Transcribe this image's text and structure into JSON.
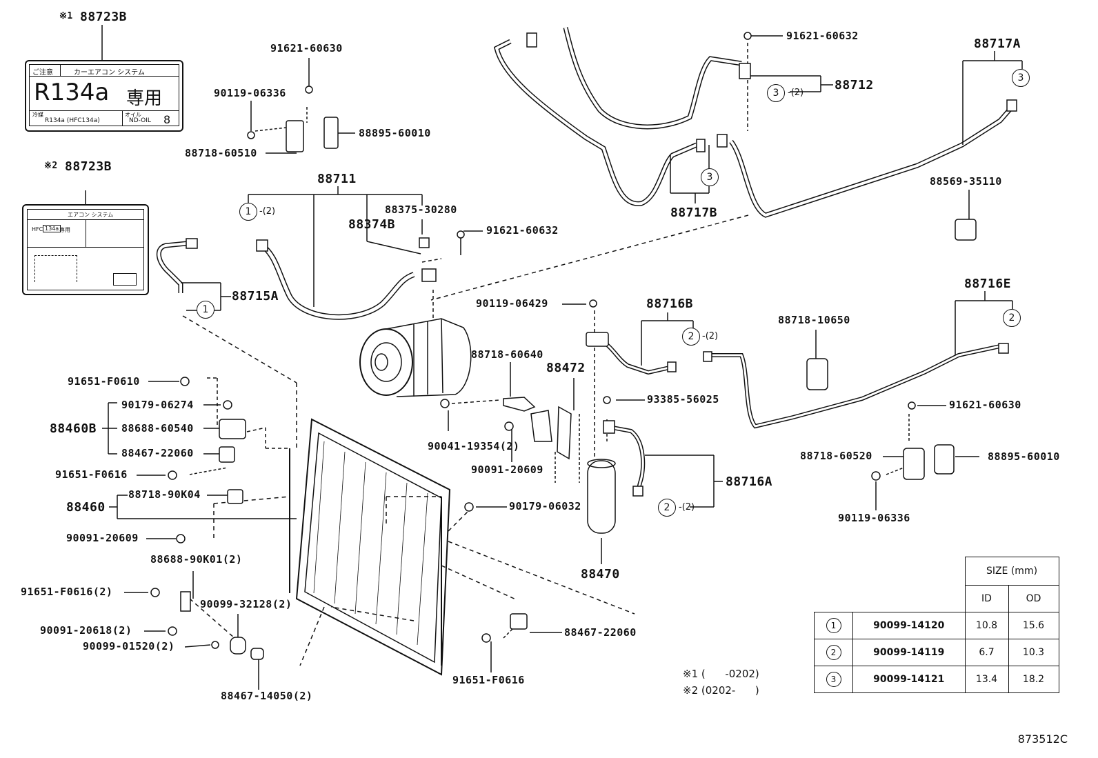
{
  "labels": {
    "p88723B_1_note": "※1",
    "p88723B_1": "88723B",
    "p88723B_2_note": "※2",
    "p88723B_2": "88723B",
    "p91621_60630a": "91621-60630",
    "p90119_06336a": "90119-06336",
    "p88895_60010a": "88895-60010",
    "p88718_60510": "88718-60510",
    "p88711": "88711",
    "p88375_30280": "88375-30280",
    "p88374B": "88374B",
    "p91621_60632b": "91621-60632",
    "p88715A": "88715A",
    "p91621_60632a": "91621-60632",
    "p88712": "88712",
    "p88717A": "88717A",
    "p88717B": "88717B",
    "p88569_35110": "88569-35110",
    "p90119_06429": "90119-06429",
    "p88716B": "88716B",
    "p88718_10650": "88718-10650",
    "p88716E": "88716E",
    "p88718_60640": "88718-60640",
    "p88472": "88472",
    "p93385_56025": "93385-56025",
    "p91621_60630b": "91621-60630",
    "p88718_60520": "88718-60520",
    "p88895_60010b": "88895-60010",
    "p90119_06336b": "90119-06336",
    "p91651_F0610": "91651-F0610",
    "p90179_06274": "90179-06274",
    "p88460B": "88460B",
    "p88688_60540": "88688-60540",
    "p88467_22060a": "88467-22060",
    "p91651_F0616a": "91651-F0616",
    "p90041_19354": "90041-19354(2)",
    "p90091_20609a": "90091-20609",
    "p88716A": "88716A",
    "p88460": "88460",
    "p88718_90K04": "88718-90K04",
    "p90179_06032": "90179-06032",
    "p90091_20609b": "90091-20609",
    "p88470": "88470",
    "p88688_90K01": "88688-90K01(2)",
    "p91651_F0616_2": "91651-F0616(2)",
    "p90099_32128": "90099-32128(2)",
    "p90091_20618": "90091-20618(2)",
    "p90099_01520": "90099-01520(2)",
    "p88467_22060b": "88467-22060",
    "p91651_F0616b": "91651-F0616",
    "p88467_14050": "88467-14050(2)"
  },
  "circle_refs": {
    "c1a": "1",
    "c1a_qty": "-(2)",
    "c1b": "1",
    "c3a": "3",
    "c3a_qty": "-(2)",
    "c3b": "3",
    "c3c": "3",
    "c2a": "2",
    "c2a_qty": "-(2)",
    "c2b": "2",
    "c2c": "2",
    "c2c_qty": "-(2)"
  },
  "label_card_1": {
    "caution": "ご注意",
    "system": "カーエアコン システム",
    "refrigerant": "R134a",
    "exclusive": "専用",
    "refr_small_label": "冷媒",
    "refr_small_value": "R134a (HFC134a)",
    "oil_label": "オイル",
    "oil_value": "ND-OIL",
    "oil_number": "8"
  },
  "label_card_2": {
    "title": "エアコン システム",
    "hfc": "HFC",
    "hfc_box": "134a",
    "exclusive": "専用"
  },
  "size_table": {
    "header": "SIZE (mm)",
    "col_id": "ID",
    "col_od": "OD",
    "rows": [
      {
        "ref": "1",
        "part": "90099-14120",
        "id": "10.8",
        "od": "15.6"
      },
      {
        "ref": "2",
        "part": "90099-14119",
        "id": "6.7",
        "od": "10.3"
      },
      {
        "ref": "3",
        "part": "90099-14121",
        "id": "13.4",
        "od": "18.2"
      }
    ]
  },
  "footnotes": {
    "n1": "※1 (      -0202)",
    "n2": "※2 (0202-      )"
  },
  "reference_code": "873512C"
}
